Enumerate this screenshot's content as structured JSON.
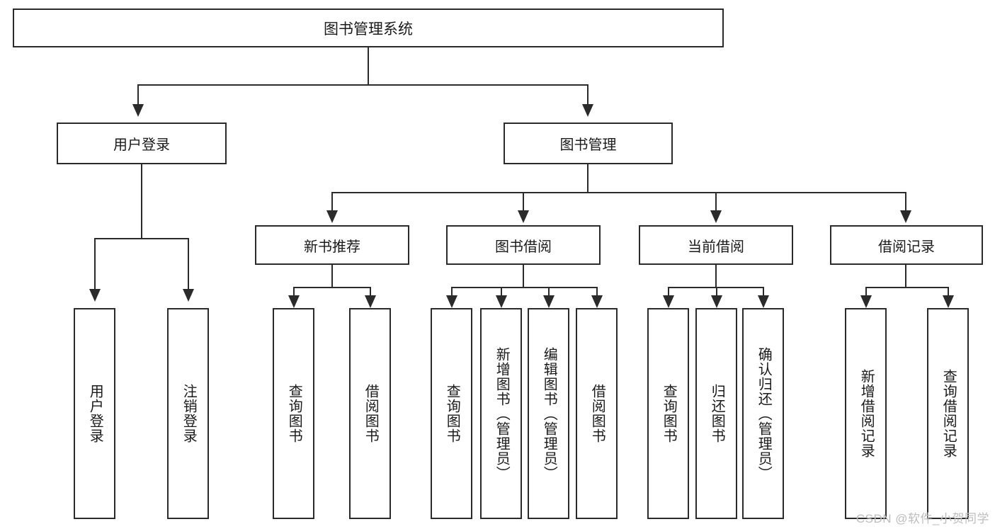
{
  "diagram": {
    "type": "hierarchy-tree",
    "title": "图书管理系统",
    "root": {
      "id": "root",
      "label": "图书管理系统"
    },
    "level1": [
      {
        "id": "user-login",
        "label": "用户登录"
      },
      {
        "id": "book-management",
        "label": "图书管理"
      }
    ],
    "level2": [
      {
        "id": "new-book-recommend",
        "label": "新书推荐",
        "parent": "book-management"
      },
      {
        "id": "book-borrow",
        "label": "图书借阅",
        "parent": "book-management"
      },
      {
        "id": "current-borrow",
        "label": "当前借阅",
        "parent": "book-management"
      },
      {
        "id": "borrow-record",
        "label": "借阅记录",
        "parent": "book-management"
      }
    ],
    "leaves": {
      "user_login": [
        {
          "id": "leaf-user-login",
          "label": "用户登录"
        },
        {
          "id": "leaf-logout-login",
          "label": "注销登录"
        }
      ],
      "new_book_recommend": [
        {
          "id": "leaf-query-book-1",
          "label": "查询图书"
        },
        {
          "id": "leaf-borrow-book-1",
          "label": "借阅图书"
        }
      ],
      "book_borrow": [
        {
          "id": "leaf-query-book-2",
          "label": "查询图书"
        },
        {
          "id": "leaf-add-book",
          "label": "新增图书（管理员）"
        },
        {
          "id": "leaf-edit-book",
          "label": "编辑图书（管理员）"
        },
        {
          "id": "leaf-borrow-book-2",
          "label": "借阅图书"
        }
      ],
      "current_borrow": [
        {
          "id": "leaf-query-book-3",
          "label": "查询图书"
        },
        {
          "id": "leaf-return-book",
          "label": "归还图书"
        },
        {
          "id": "leaf-confirm-return",
          "label": "确认归还（管理员）"
        }
      ],
      "borrow_record": [
        {
          "id": "leaf-add-record",
          "label": "新增借阅记录"
        },
        {
          "id": "leaf-query-record",
          "label": "查询借阅记录"
        }
      ]
    }
  },
  "watermark": {
    "text": "CSDN @软件_小贺同学"
  },
  "colors": {
    "stroke": "#2b2b2b",
    "background": "#ffffff",
    "text": "#1a1a1a",
    "watermark": "#bdbdbd"
  }
}
